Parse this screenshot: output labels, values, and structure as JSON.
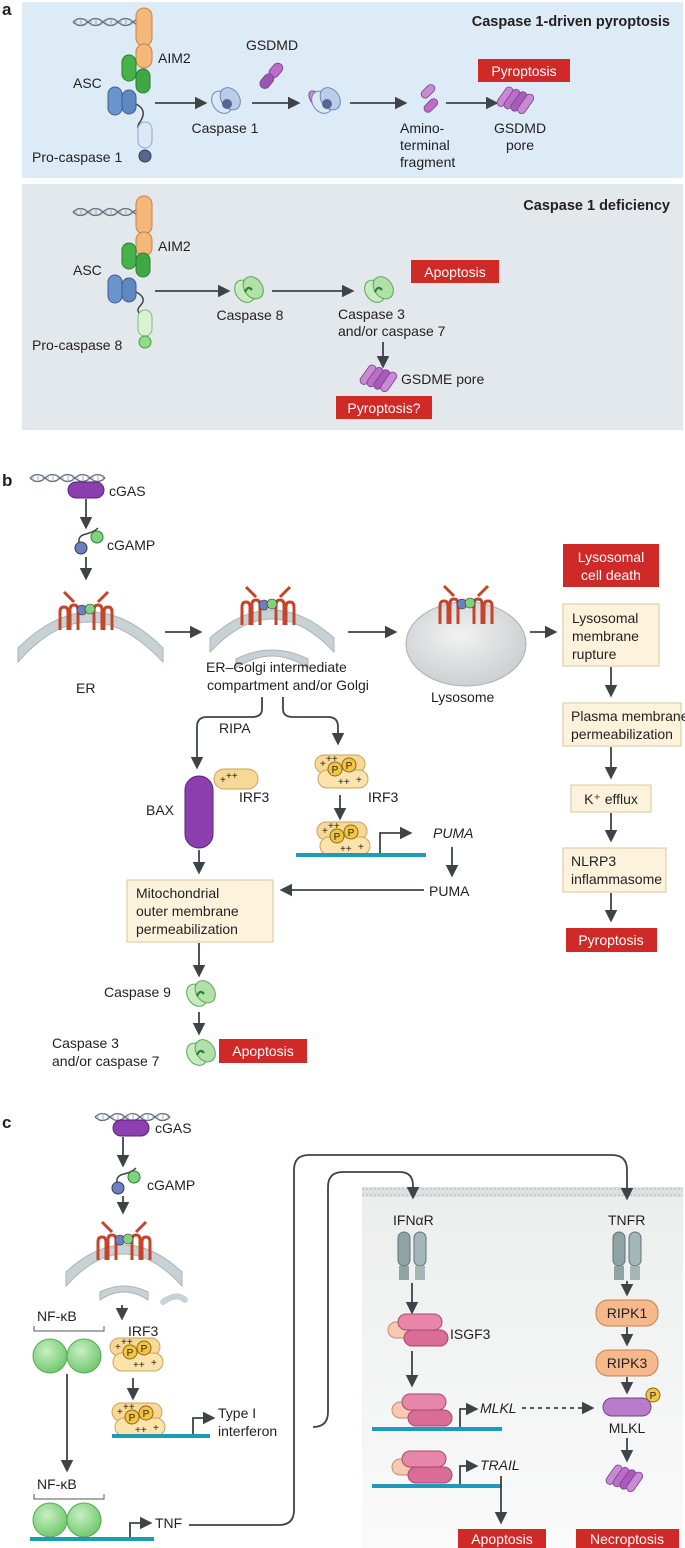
{
  "panels": {
    "a": {
      "label": "a",
      "top": {
        "title": "Caspase 1-driven pyroptosis",
        "aim2": "AIM2",
        "asc": "ASC",
        "pro_caspase": "Pro-caspase 1",
        "caspase": "Caspase 1",
        "gsdmd": "GSDMD",
        "fragment": [
          "Amino-",
          "terminal",
          "fragment"
        ],
        "pore": [
          "GSDMD",
          "pore"
        ],
        "outcome": "Pyroptosis"
      },
      "bottom": {
        "title": "Caspase 1 deficiency",
        "aim2": "AIM2",
        "asc": "ASC",
        "pro_caspase": "Pro-caspase 8",
        "caspase": "Caspase 8",
        "caspase37": [
          "Caspase 3",
          "and/or caspase 7"
        ],
        "apoptosis": "Apoptosis",
        "pore": "GSDME pore",
        "outcome": "Pyroptosis?"
      }
    },
    "b": {
      "label": "b",
      "cgas": "cGAS",
      "cgamp": "cGAMP",
      "er": "ER",
      "ergic": [
        "ER–Golgi intermediate",
        "compartment and/or Golgi"
      ],
      "lysosome": "Lysosome",
      "ripa": "RIPA",
      "bax": "BAX",
      "irf3_a": "IRF3",
      "irf3_b": "IRF3",
      "puma_gene": "PUMA",
      "puma_protein": "PUMA",
      "momp": [
        "Mitochondrial",
        "outer membrane",
        "permeabilization"
      ],
      "caspase9": "Caspase 9",
      "caspase37": [
        "Caspase 3",
        "and/or caspase 7"
      ],
      "apoptosis": "Apoptosis",
      "lysosomal_death": [
        "Lysosomal",
        "cell death"
      ],
      "lmr": [
        "Lysosomal",
        "membrane",
        "rupture"
      ],
      "pmp": [
        "Plasma membrane",
        "permeabilization"
      ],
      "kefflux": "K⁺ efflux",
      "nlrp3": [
        "NLRP3",
        "inflammasome"
      ],
      "pyroptosis": "Pyroptosis"
    },
    "c": {
      "label": "c",
      "cgas": "cGAS",
      "cgamp": "cGAMP",
      "nfkb_top": "NF-κB",
      "nfkb_bottom": "NF-κB",
      "irf3": "IRF3",
      "type1": [
        "Type I",
        "interferon"
      ],
      "tnf": "TNF",
      "ifnar": "IFNαR",
      "tnfr": "TNFR",
      "isgf3": "ISGF3",
      "mlkl_gene": "MLKL",
      "trail_gene": "TRAIL",
      "ripk1": "RIPK1",
      "ripk3": "RIPK3",
      "mlkl_protein": "MLKL",
      "phospho": "P",
      "apoptosis": "Apoptosis",
      "necroptosis": "Necroptosis"
    }
  },
  "colors": {
    "panel_a_top_bg": "#dcebf5",
    "panel_a_bottom_bg": "#e2e8ec",
    "red_box": "#cf2a27",
    "beige_box": "#fdf3dc",
    "arrow": "#3d4347",
    "aim2": "#f6b77a",
    "asc": "#45b34a",
    "caspase_blue": "#8aa9d4",
    "gsdm": "#b96fc7",
    "caspase8_green": "#b8e2b0",
    "cgas": "#8d3fb0",
    "sting": "#c4452c",
    "irf3": "#f8d896",
    "membrane": "#c8d2d5",
    "dna_bar": "#1b9db7",
    "nfkb": "#8fd88f",
    "isgf3": "#e786a8",
    "ripk": "#f5b98c",
    "mlkl": "#b87ccb"
  }
}
